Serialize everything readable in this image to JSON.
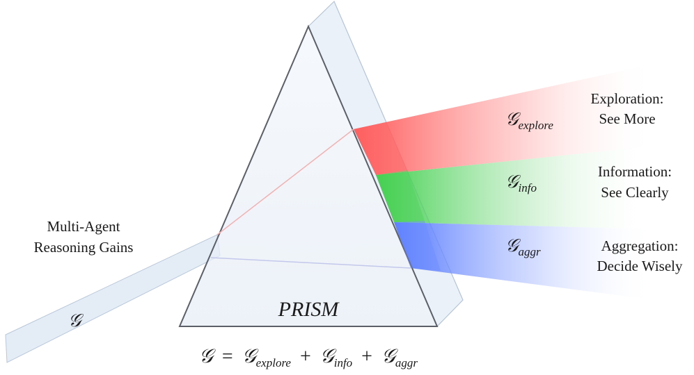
{
  "input": {
    "label_line1": "Multi-Agent",
    "label_line2": "Reasoning Gains",
    "beam_symbol": "𝒢"
  },
  "prism": {
    "label": "PRISM"
  },
  "components": [
    {
      "id": "explore",
      "color": "#ff4d4d",
      "symbol": "𝒢",
      "subscript": "explore",
      "name_line1": "Exploration:",
      "name_line2": "See More"
    },
    {
      "id": "info",
      "color": "#33cc40",
      "symbol": "𝒢",
      "subscript": "info",
      "name_line1": "Information:",
      "name_line2": "See Clearly"
    },
    {
      "id": "aggr",
      "color": "#4d73ff",
      "symbol": "𝒢",
      "subscript": "aggr",
      "name_line1": "Aggregation:",
      "name_line2": "Decide Wisely"
    }
  ],
  "equation": {
    "lhs": "𝒢",
    "eq": "=",
    "plus": "+",
    "symbol": "𝒢",
    "sub1": "explore",
    "sub2": "info",
    "sub3": "aggr"
  }
}
